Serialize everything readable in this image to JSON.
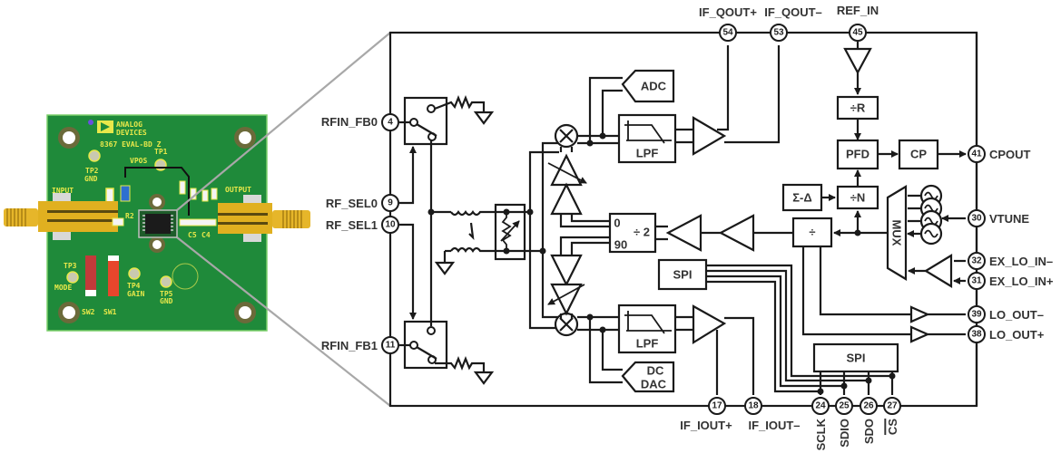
{
  "board": {
    "brand_line1": "ANALOG",
    "brand_line2": "DEVICES",
    "board_name": "8367 EVAL-BD Z",
    "silkscreen": {
      "tp1": "TP1",
      "vpos": "VPOS",
      "tp2": "TP2",
      "gnd_tp2": "GND",
      "input": "INPUT",
      "output": "OUTPUT",
      "r2": "R2",
      "tp3": "TP3",
      "mode": "MODE",
      "tp4": "TP4",
      "gain": "GAIN",
      "tp5": "TP5",
      "gnd_tp5": "GND",
      "sw2": "SW2",
      "sw1": "SW1",
      "c5": "C5",
      "c4": "C4"
    },
    "colors": {
      "pcb": "#1f8a3a",
      "gold": "#e0b020",
      "silk": "#e8e84a",
      "switch": "#d83a2a"
    }
  },
  "diagram": {
    "blocks": {
      "adc": "ADC",
      "lpf_q": "LPF",
      "lpf_i": "LPF",
      "dc_dac_1": "DC",
      "dc_dac_2": "DAC",
      "div_r": "÷R",
      "pfd": "PFD",
      "cp": "CP",
      "sigma_delta": "Σ-Δ",
      "div_n": "÷N",
      "div2": "÷ 2",
      "phase0": "0",
      "phase90": "90",
      "div_lo": "÷",
      "mux": "MUX",
      "spi_internal": "SPI",
      "spi_bottom": "SPI"
    },
    "pins": {
      "p4": {
        "num": "4",
        "label": "RFIN_FB0"
      },
      "p9": {
        "num": "9",
        "label": "RF_SEL0"
      },
      "p10": {
        "num": "10",
        "label": "RF_SEL1"
      },
      "p11": {
        "num": "11",
        "label": "RFIN_FB1"
      },
      "p54": {
        "num": "54",
        "label": "IF_QOUT+"
      },
      "p53": {
        "num": "53",
        "label": "IF_QOUT–"
      },
      "p45": {
        "num": "45",
        "label": "REF_IN"
      },
      "p41": {
        "num": "41",
        "label": "CPOUT"
      },
      "p30": {
        "num": "30",
        "label": "VTUNE"
      },
      "p32": {
        "num": "32",
        "label": "EX_LO_IN–"
      },
      "p31": {
        "num": "31",
        "label": "EX_LO_IN+"
      },
      "p39": {
        "num": "39",
        "label": "LO_OUT–"
      },
      "p38": {
        "num": "38",
        "label": "LO_OUT+"
      },
      "p17": {
        "num": "17",
        "label": "IF_IOUT+"
      },
      "p18": {
        "num": "18",
        "label": "IF_IOUT–"
      },
      "p24": {
        "num": "24",
        "label": "SCLK"
      },
      "p25": {
        "num": "25",
        "label": "SDIO"
      },
      "p26": {
        "num": "26",
        "label": "SDO"
      },
      "p27": {
        "num": "27",
        "label": "CS"
      }
    }
  }
}
